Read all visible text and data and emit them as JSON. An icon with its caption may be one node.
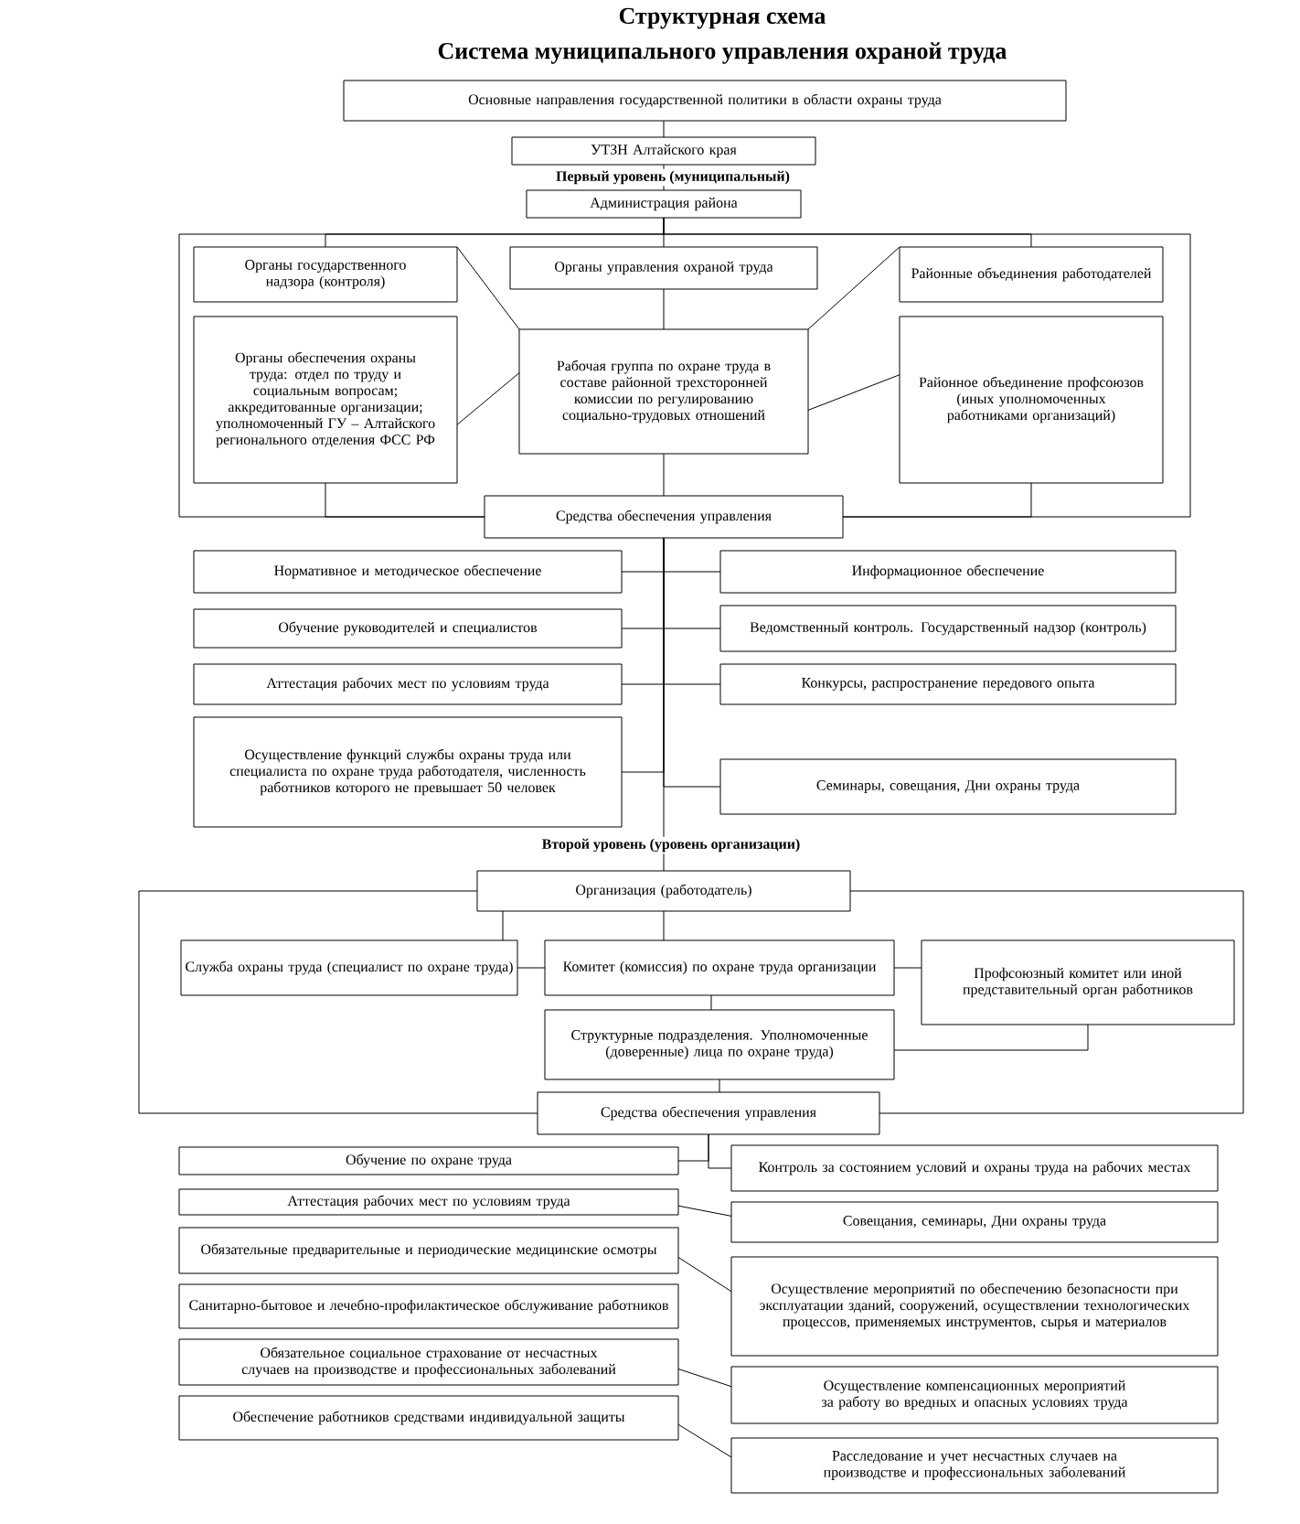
{
  "diagram": {
    "title": "Структурная схема",
    "nodes": [
      {
        "text": [
          "Основные направления государственной политики в области охраны труда"
        ]
      },
      {
        "text": [
          "УТЗН Алтайского края"
        ]
      },
      {
        "text": [
          "Администрация района"
        ]
      },
      {
        "text": [
          "Органы государственного надзора (контроля)"
        ]
      },
      {
        "text": [
          "Органы управления охраной труда"
        ]
      },
      {
        "text": [
          "Районные объединения работодателей"
        ]
      },
      {
        "text": [
          "Органы обеспечения охраны труда: отдел по труду и социальным вопросам; аккредитованные организации; уполномоченный ГУ – Алтайского регионального отделения ФСС РФ"
        ]
      },
      {
        "text": [
          "Рабочая группа по охране труда в составе районной трехсторонней комиссии по регулированию социально-трудовых отношений"
        ]
      },
      {
        "text": [
          "Районное объединение профсоюзов (иных уполномоченных работниками организаций)"
        ]
      },
      {
        "text": [
          "Средства обеспечения управления"
        ]
      },
      {
        "text": [
          "Нормативное и методическое обеспечение"
        ]
      },
      {
        "text": [
          "Информационное обеспечение"
        ]
      },
      {
        "text": [
          "Обучение руководителей и специалистов"
        ]
      },
      {
        "text": [
          "Ведомственный контроль. Государственный надзор (контроль)"
        ]
      },
      {
        "text": [
          "Аттестация рабочих мест по условиям труда"
        ]
      },
      {
        "text": [
          "Конкурсы, распространение передового опыта"
        ]
      },
      {
        "text": [
          "Осуществление функций службы охраны труда или специалиста по охране труда работодателя, численность работников которого не превышает 50 человек"
        ]
      },
      {
        "text": [
          "Семинары, совещания, Дни охраны труда"
        ]
      },
      {
        "text": [
          "Организация (работодатель)"
        ]
      },
      {
        "text": [
          "Служба охраны труда (специалист по охране труда)"
        ]
      },
      {
        "text": [
          "Комитет (комиссия) по охране труда организации"
        ]
      },
      {
        "text": [
          "Профсоюзный комитет или иной представительный орган работников"
        ]
      },
      {
        "text": [
          "Структурные подразделения. Уполномоченные (доверенные) лица по охране труда)"
        ]
      },
      {
        "text": [
          "Средства обеспечения управления"
        ]
      },
      {
        "text": [
          "Обучение по охране труда"
        ]
      },
      {
        "text": [
          "Аттестация рабочих мест по условиям труда"
        ]
      },
      {
        "text": [
          "Обязательные предварительные и периодические медицинские осмотры"
        ]
      },
      {
        "text": [
          "Санитарно-бытовое и лечебно-профилактическое обслуживание работников"
        ]
      },
      {
        "text": [
          "Обязательное социальное страхование от несчастных случаев на производстве и профессиональных заболеваний"
        ]
      },
      {
        "text": [
          "Обеспечение работников средствами индивидуальной защиты"
        ]
      },
      {
        "text": [
          "Контроль за состоянием условий и охраны труда на рабочих местах"
        ]
      },
      {
        "text": [
          "Совещания, семинары, Дни охраны труда"
        ]
      },
      {
        "text": [
          "Осуществление мероприятий по обеспечению безопасности при эксплуатации зданий, сооружений, осуществлении технологических процессов, применяемых инструментов, сырья и материалов"
        ]
      },
      {
        "text": [
          "Осуществление компенсационных мероприятий за работу во вредных и опасных условиях труда"
        ]
      },
      {
        "text": [
          "Расследование и учет несчастных случаев на производстве и профессиональных заболеваний"
        ]
      }
    ],
    "edges": [
      {
        "from": 0,
        "to": 1,
        "arrow": "none"
      },
      {
        "from": 1,
        "to": 2,
        "arrow": "none"
      },
      {
        "from": 2,
        "to": 3,
        "arrow": "none"
      },
      {
        "from": 2,
        "to": 4,
        "arrow": "none"
      },
      {
        "from": 2,
        "to": 5,
        "arrow": "none"
      },
      {
        "from": 3,
        "to": 7,
        "arrow": "none"
      },
      {
        "from": 4,
        "to": 7,
        "arrow": "none"
      },
      {
        "from": 5,
        "to": 7,
        "arrow": "none"
      },
      {
        "from": 6,
        "to": 7,
        "arrow": "none"
      },
      {
        "from": 7,
        "to": 8,
        "arrow": "none"
      },
      {
        "from": 6,
        "to": 9,
        "arrow": "none"
      },
      {
        "from": 8,
        "to": 9,
        "arrow": "none"
      },
      {
        "from": 7,
        "to": 9,
        "arrow": "none"
      },
      {
        "from": 2,
        "to": 9,
        "arrow": "none"
      },
      {
        "from": 9,
        "to": 10,
        "arrow": "none"
      },
      {
        "from": 9,
        "to": 11,
        "arrow": "none"
      },
      {
        "from": 9,
        "to": 12,
        "arrow": "none"
      },
      {
        "from": 9,
        "to": 13,
        "arrow": "none"
      },
      {
        "from": 9,
        "to": 14,
        "arrow": "none"
      },
      {
        "from": 9,
        "to": 15,
        "arrow": "none"
      },
      {
        "from": 9,
        "to": 16,
        "arrow": "none"
      },
      {
        "from": 9,
        "to": 17,
        "arrow": "none"
      },
      {
        "from": 9,
        "to": 18,
        "arrow": "none"
      },
      {
        "from": 18,
        "to": 19,
        "arrow": "none"
      },
      {
        "from": 18,
        "to": 20,
        "arrow": "none"
      },
      {
        "from": 19,
        "to": 20,
        "arrow": "none"
      },
      {
        "from": 20,
        "to": 21,
        "arrow": "none"
      },
      {
        "from": 20,
        "to": 22,
        "arrow": "none"
      },
      {
        "from": 21,
        "to": 22,
        "arrow": "none"
      },
      {
        "from": 22,
        "to": 23,
        "arrow": "none"
      },
      {
        "from": 18,
        "to": 23,
        "arrow": "none"
      },
      {
        "from": 23,
        "to": 24,
        "arrow": "none"
      },
      {
        "from": 23,
        "to": 30,
        "arrow": "none"
      },
      {
        "from": 25,
        "to": 31,
        "arrow": "none"
      },
      {
        "from": 26,
        "to": 32,
        "arrow": "none"
      },
      {
        "from": 28,
        "to": 33,
        "arrow": "none"
      },
      {
        "from": 29,
        "to": 34,
        "arrow": "none"
      }
    ],
    "labels": [
      "Система муниципального управления охраной труда",
      "Первый уровень (муниципальный)",
      "Второй уровень (уровень организации)"
    ]
  }
}
